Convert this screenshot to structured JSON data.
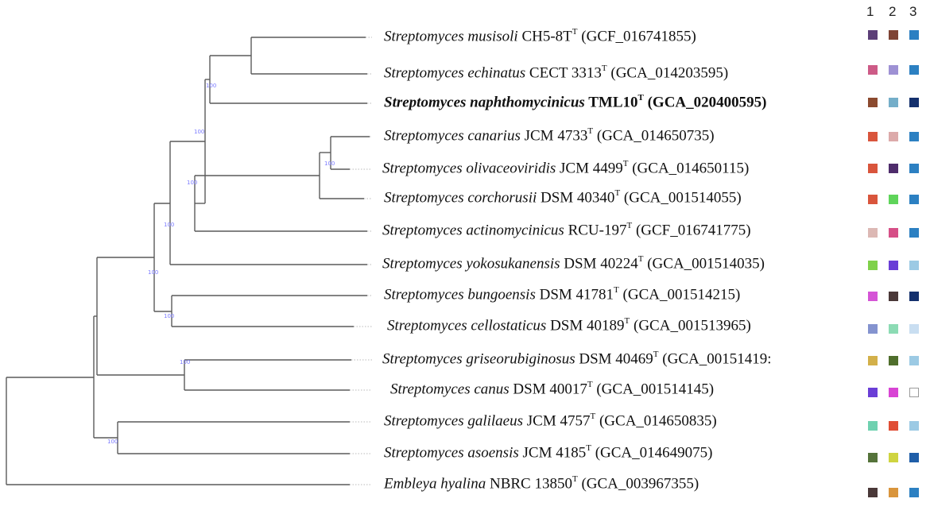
{
  "column_headers": [
    "1",
    "2",
    "3"
  ],
  "leaves": [
    {
      "species": "Streptomyces musisoli",
      "strain": "CH5-8T",
      "accession": "(GCF_016741855)",
      "bold": false,
      "colors": [
        "#5c3f78",
        "#7e4334",
        "#2c80c2"
      ]
    },
    {
      "species": "Streptomyces echinatus",
      "strain": "CECT 3313",
      "accession": "(GCA_014203595)",
      "bold": false,
      "colors": [
        "#cd5b87",
        "#9e91d4",
        "#2c80c2"
      ]
    },
    {
      "species": "Streptomyces naphthomycinicus",
      "strain": "TML10",
      "accession": "(GCA_020400595)",
      "bold": true,
      "colors": [
        "#8b4a2f",
        "#74aec9",
        "#14306d"
      ]
    },
    {
      "species": "Streptomyces canarius",
      "strain": "JCM 4733",
      "accession": "(GCA_014650735)",
      "bold": false,
      "colors": [
        "#d9553c",
        "#dcaaaa",
        "#2c80c2"
      ]
    },
    {
      "species": "Streptomyces olivaceoviridis",
      "strain": "JCM 4499",
      "accession": "(GCA_014650115)",
      "bold": false,
      "colors": [
        "#d9553c",
        "#4e2c6b",
        "#2c80c2"
      ]
    },
    {
      "species": "Streptomyces corchorusii",
      "strain": "DSM 40340",
      "accession": "(GCA_001514055)",
      "bold": false,
      "colors": [
        "#d9553c",
        "#5fd45a",
        "#2c80c2"
      ]
    },
    {
      "species": "Streptomyces actinomycinicus",
      "strain": "RCU-197",
      "accession": "(GCF_016741775)",
      "bold": false,
      "colors": [
        "#dcb8b4",
        "#d64f87",
        "#2c80c2"
      ]
    },
    {
      "species": "Streptomyces yokosukanensis",
      "strain": "DSM 40224",
      "accession": "(GCA_001514035)",
      "bold": false,
      "colors": [
        "#7fd14a",
        "#6a3ed6",
        "#9ccae4"
      ]
    },
    {
      "species": "Streptomyces bungoensis",
      "strain": "DSM 41781",
      "accession": "(GCA_001514215)",
      "bold": false,
      "colors": [
        "#d554d6",
        "#4a3838",
        "#14306d"
      ]
    },
    {
      "species": "Streptomyces cellostaticus",
      "strain": "DSM 40189",
      "accession": "(GCA_001513965)",
      "bold": false,
      "colors": [
        "#8493cf",
        "#8cdbb4",
        "#c9def1"
      ]
    },
    {
      "species": "Streptomyces griseorubiginosus",
      "strain": "DSM 40469",
      "accession": "(GCA_00151419:",
      "bold": false,
      "colors": [
        "#d3b04a",
        "#4f6e2c",
        "#9ccae4"
      ]
    },
    {
      "species": "Streptomyces canus",
      "strain": "DSM 40017",
      "accession": "(GCA_001514145)",
      "bold": false,
      "colors": [
        "#6a3ed6",
        "#d844d4",
        "#ffffff"
      ]
    },
    {
      "species": "Streptomyces galilaeus",
      "strain": "JCM 4757",
      "accession": "(GCA_014650835)",
      "bold": false,
      "colors": [
        "#6fd1b0",
        "#e04e35",
        "#9ccae4"
      ]
    },
    {
      "species": "Streptomyces asoensis",
      "strain": "JCM 4185",
      "accession": "(GCA_014649075)",
      "bold": false,
      "colors": [
        "#55733a",
        "#cfd440",
        "#1f5ea8"
      ]
    },
    {
      "species": "Embleya  hyalina",
      "strain": "NBRC 13850",
      "accession": "(GCA_003967355)",
      "bold": false,
      "colors": [
        "#4a3838",
        "#d9953c",
        "#2c80c2"
      ]
    }
  ]
}
